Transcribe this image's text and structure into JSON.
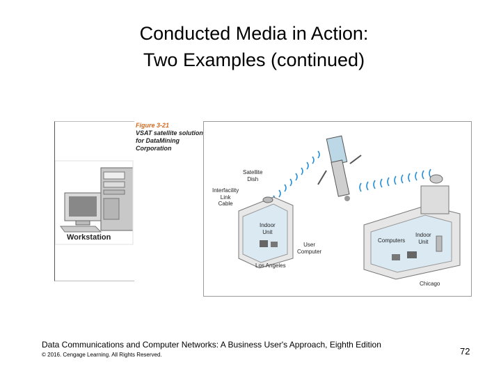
{
  "title": {
    "line1": "Conducted Media in Action:",
    "line2": "Two Examples (continued)"
  },
  "figure": {
    "number": "Figure 3-21",
    "caption_lines": [
      "VSAT satellite solution",
      "for DataMining",
      "Corporation"
    ],
    "workstation_label": "Workstation",
    "labels": {
      "satellite_dish": [
        "Satellite",
        "Dish"
      ],
      "interfacility": [
        "Interfacility",
        "Link",
        "Cable"
      ],
      "indoor_unit_la": [
        "Indoor",
        "Unit"
      ],
      "user_computer": [
        "User",
        "Computer"
      ],
      "los_angeles": "Los Angeles",
      "computers": "Computers",
      "indoor_unit_chi": [
        "Indoor",
        "Unit"
      ],
      "chicago": "Chicago"
    }
  },
  "footer": {
    "text": "Data Communications and Computer Networks: A Business User's Approach, Eighth Edition",
    "copyright": "© 2016. Cengage Learning. All Rights Reserved.",
    "page_number": "72"
  }
}
